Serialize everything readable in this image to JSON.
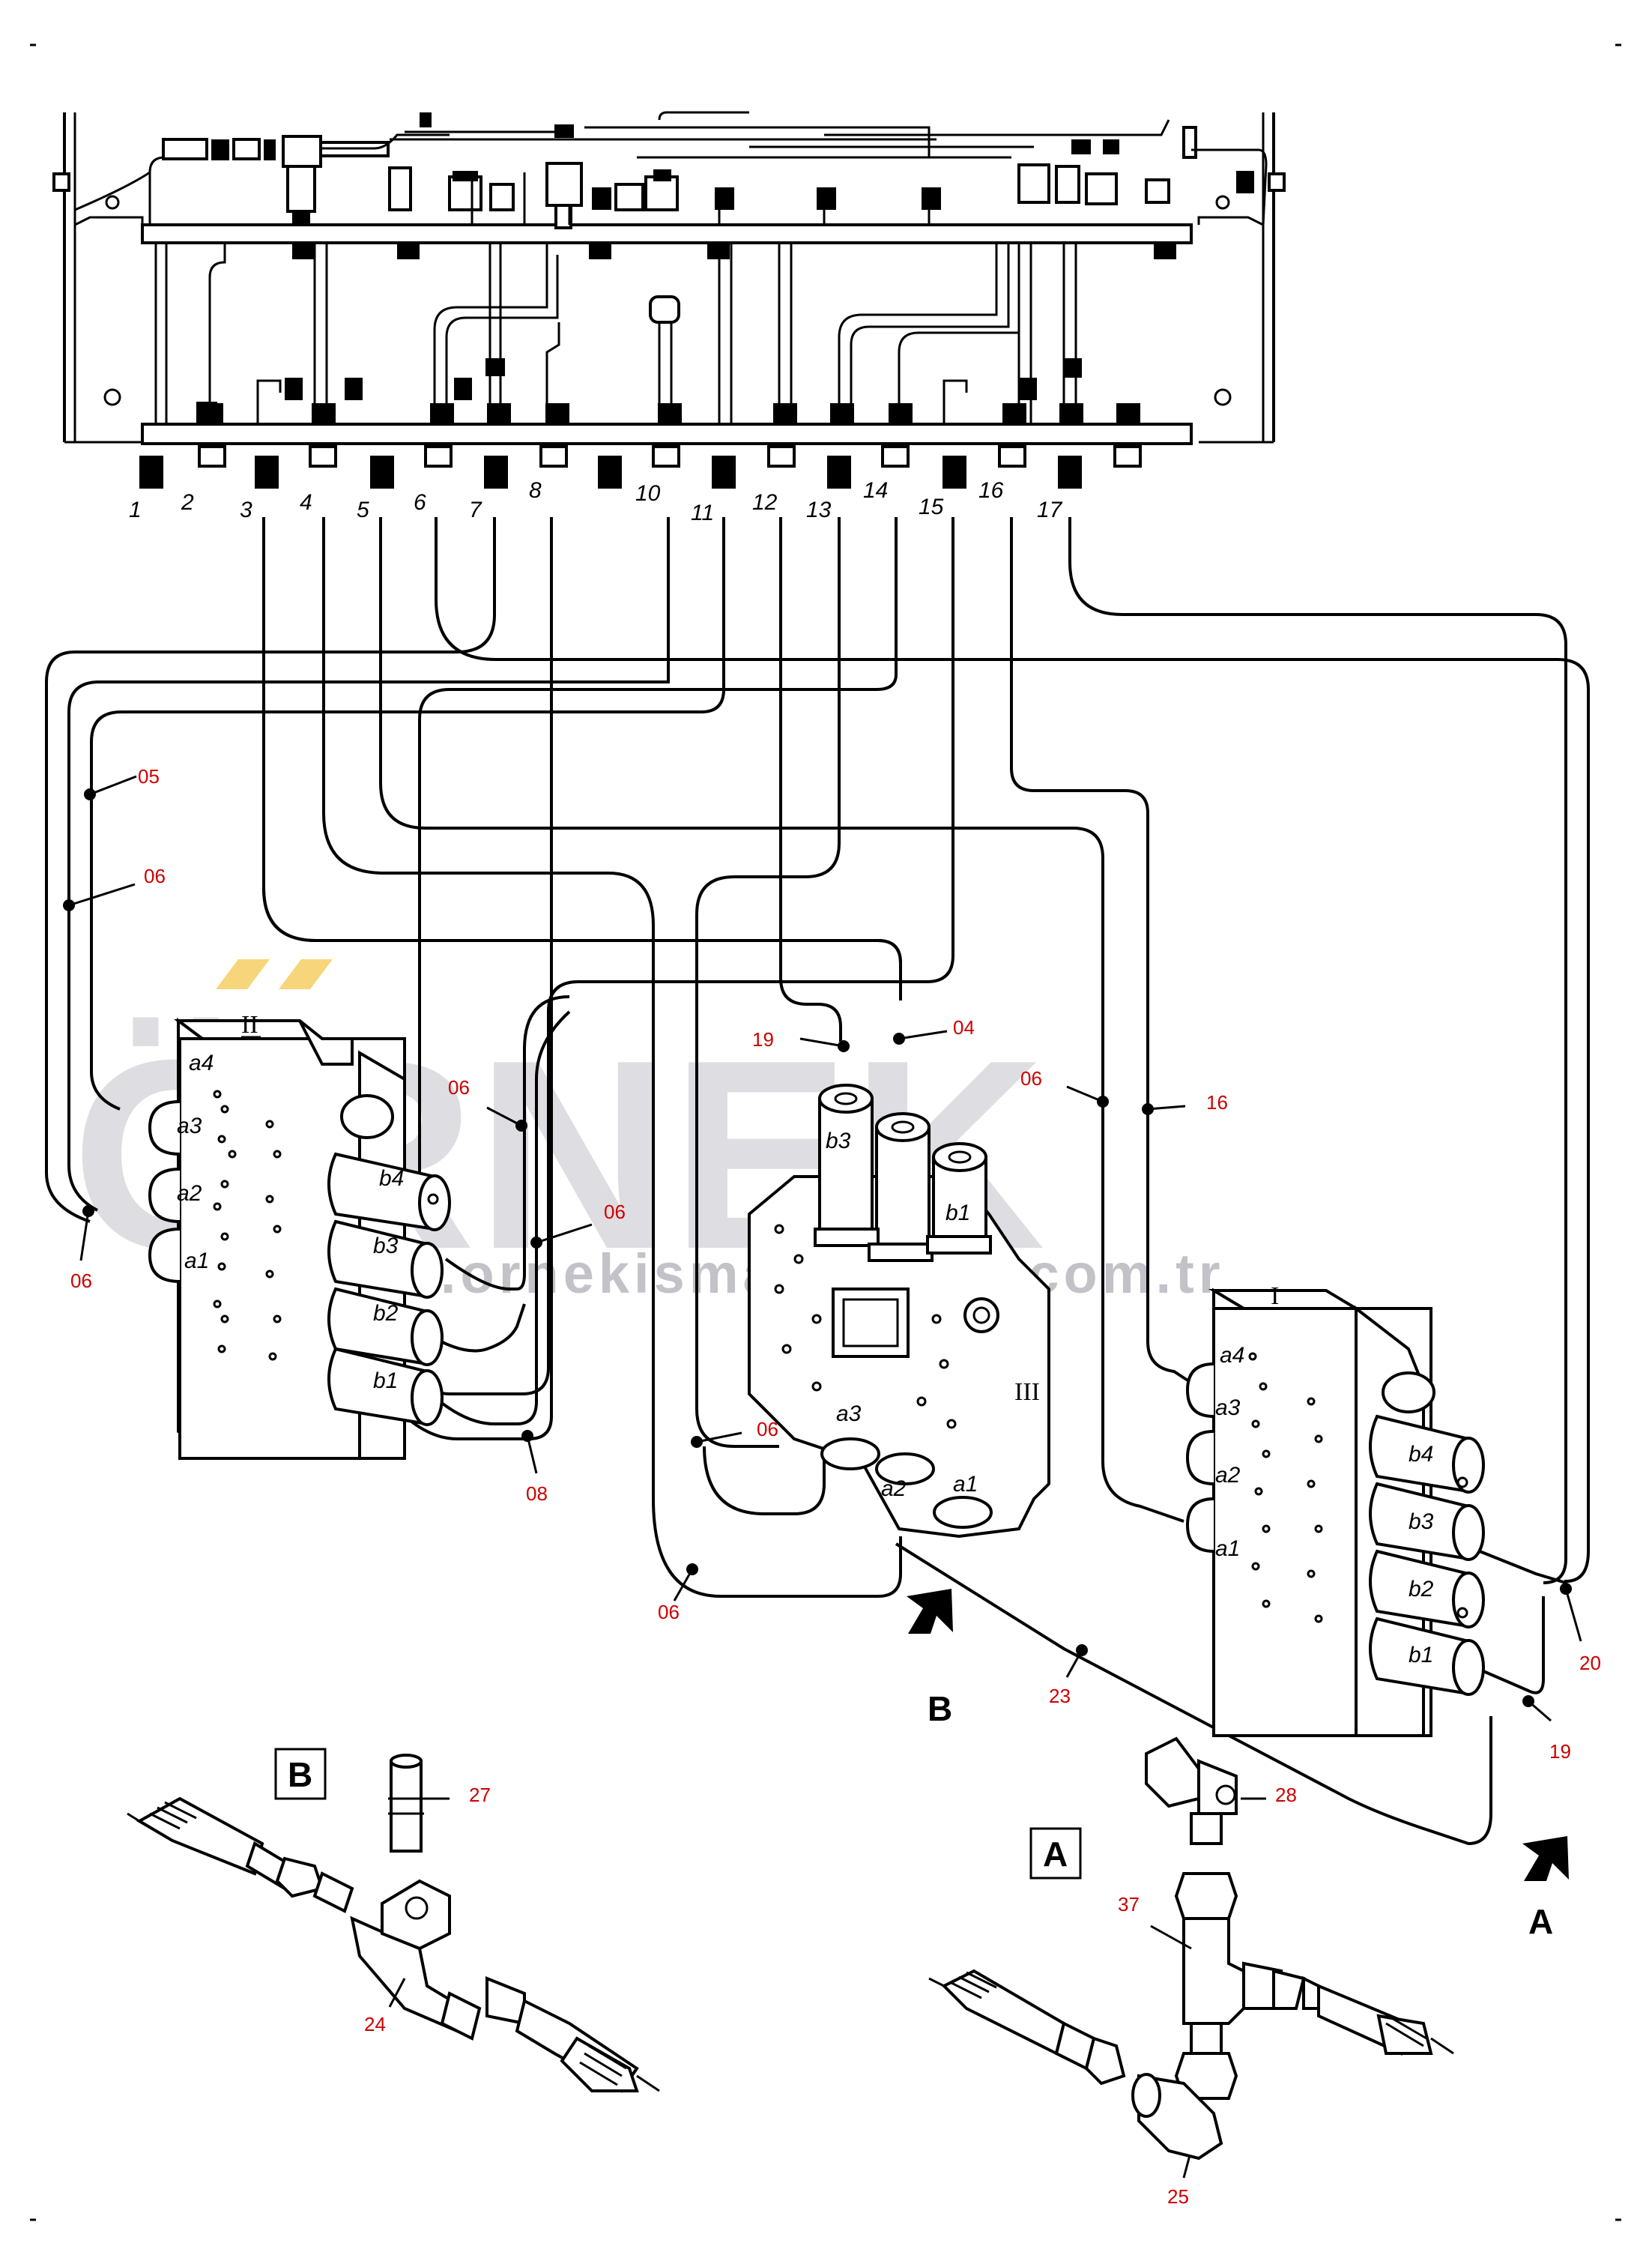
{
  "watermark": {
    "word": "ÖRNEK",
    "url": "www.ornekismakinalari.com.tr",
    "accent": "#f7d57a",
    "gray": "#d9d8dd"
  },
  "manifold_outlets": [
    "1",
    "2",
    "3",
    "4",
    "5",
    "6",
    "7",
    "8",
    "10",
    "11",
    "12",
    "13",
    "14",
    "15",
    "16",
    "17"
  ],
  "valve_blocks": [
    {
      "roman": "II",
      "ports_a": [
        "a4",
        "a3",
        "a2",
        "a1"
      ],
      "ports_b": [
        "b4",
        "b3",
        "b2",
        "b1"
      ]
    },
    {
      "roman": "III",
      "ports_a": [
        "a3",
        "a2",
        "a1"
      ],
      "ports_b": [
        "b3",
        "b1"
      ]
    },
    {
      "roman": "I",
      "ports_a": [
        "a4",
        "a3",
        "a2",
        "a1"
      ],
      "ports_b": [
        "b4",
        "b3",
        "b2",
        "b1"
      ]
    }
  ],
  "callouts": {
    "c05": "05",
    "c06_left_top": "06",
    "c06_left_bot": "06",
    "c06_mid1": "06",
    "c06_mid2": "06",
    "c08": "08",
    "c19_top": "19",
    "c04": "04",
    "c06_block3": "06",
    "c06_bottom": "06",
    "c06_right": "06",
    "c16": "16",
    "c23": "23",
    "c20": "20",
    "c19_right": "19"
  },
  "detail_views": {
    "view_b": {
      "letter": "B",
      "parts": [
        "27",
        "24"
      ]
    },
    "view_a": {
      "letter": "A",
      "parts": [
        "28",
        "37",
        "25"
      ]
    }
  },
  "arrows": {
    "arrow_b": "B",
    "arrow_a": "A"
  }
}
